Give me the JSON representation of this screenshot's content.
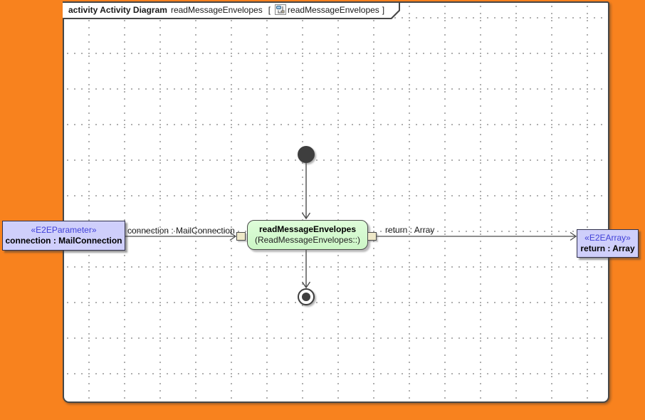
{
  "frame": {
    "tab": {
      "keyword": "activity Activity Diagram",
      "diagram_name": "readMessageEnvelopes",
      "open_bracket": "[",
      "context_name": "readMessageEnvelopes",
      "close_bracket": "]"
    }
  },
  "action": {
    "name": "readMessageEnvelopes",
    "behavior": "(ReadMessageEnvelopes::)"
  },
  "parameters": {
    "input": {
      "stereotype": "«E2EParameter»",
      "name": "connection : MailConnection"
    },
    "output": {
      "stereotype": "«E2EArray»",
      "name": "return : Array"
    }
  },
  "flows": {
    "input_label": "connection : MailConnection",
    "output_label": "return : Array"
  },
  "icons": {
    "tab_icon": "activity-diagram-icon"
  },
  "colors": {
    "canvas_background": "#F8821E",
    "diagram_background": "#FFFFFF",
    "parameter_fill": "#CFCFFB",
    "action_fill": "#D2F9CD",
    "pin_fill": "#EEE8C8",
    "stereotype_text": "#4040D8",
    "grid_dot": "#9B9B9B",
    "border": "#4B4B4B"
  }
}
